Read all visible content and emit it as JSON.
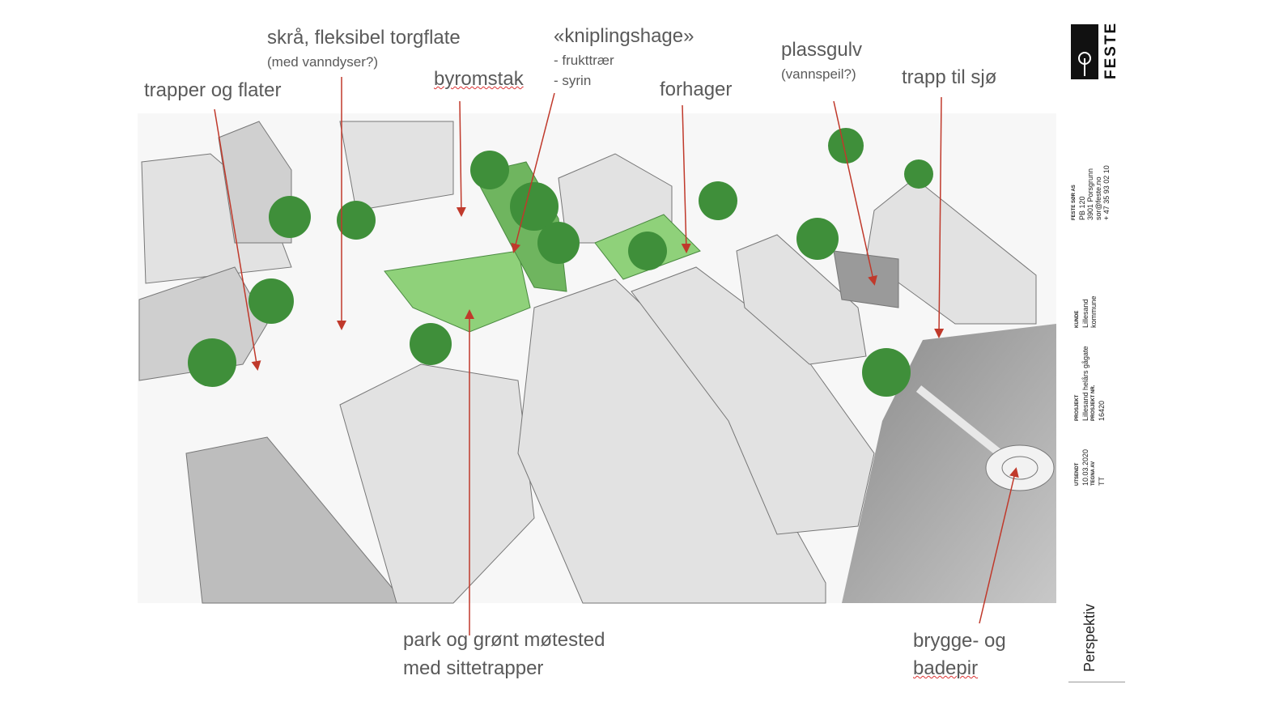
{
  "labels": {
    "trapper": "trapper og flater",
    "skra": "skrå, fleksibel torgflate",
    "skra_sub": "(med vanndyser?)",
    "byromstak": "byromstak",
    "knipling": "«kniplingshage»",
    "knipling_sub1": "- frukttrær",
    "knipling_sub2": "- syrin",
    "forhager": "forhager",
    "plassgulv": "plassgulv",
    "plassgulv_sub": "(vannspeil?)",
    "trapp_sjo": "trapp til sjø",
    "park1": "park og grønt møtested",
    "park2": "med sittetrapper",
    "brygge1": "brygge- og",
    "brygge2": "badepir"
  },
  "title_block": {
    "logo_text": "FESTE",
    "company": "FESTE SØR AS",
    "address1": "PB 120",
    "address2": "3901 Porsgrunn",
    "email": "sor@feste.no",
    "phone": "+ 47 35 93 02 10",
    "client_label": "KUNDE",
    "client1": "Lillesand",
    "client2": "kommune",
    "project_label": "PROSJEKT",
    "project": "Lillesand helårs gågate",
    "project_no_label": "PROSJEKT NR.",
    "project_no": "16420",
    "issued_label": "UTSENDT",
    "issued": "10.03.2020",
    "drawn_label": "TEGNA AV",
    "drawn": "TT",
    "sheet": "Perspektiv"
  },
  "colors": {
    "arrow": "#c0392b",
    "green": "#8fd17a",
    "tree": "#3f8f3a",
    "building": "#dcdcdc",
    "water": "#9a9a9a"
  }
}
